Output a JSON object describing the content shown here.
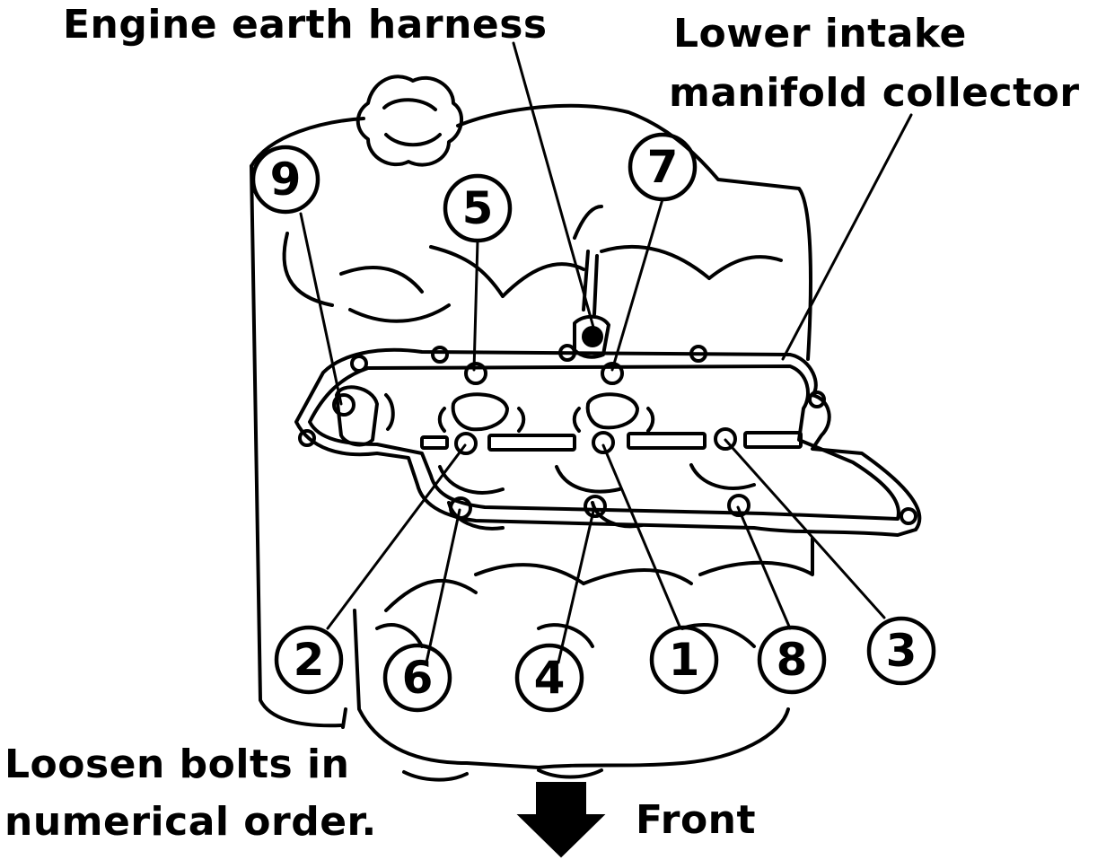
{
  "labels": {
    "engine_earth_harness": "Engine earth harness",
    "lower_intake_line1": "Lower intake",
    "lower_intake_line2": "manifold collector",
    "instruction_line1": "Loosen bolts in",
    "instruction_line2": "numerical order.",
    "front": "Front"
  },
  "bolt_numbers": [
    "1",
    "2",
    "3",
    "4",
    "5",
    "6",
    "7",
    "8",
    "9"
  ],
  "colors": {
    "ink": "#000000",
    "paper": "#ffffff"
  }
}
